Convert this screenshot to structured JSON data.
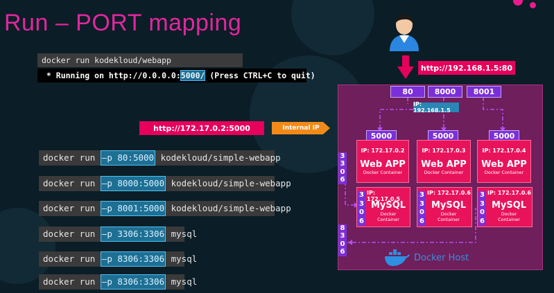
{
  "slide": {
    "title": "Run – PORT mapping"
  },
  "top_terminal": {
    "command": "docker run kodekloud/webapp",
    "output_prefix": " * Running on http://0.0.0.0:",
    "output_port": "5000/",
    "output_suffix": " (Press CTRL+C to quit)"
  },
  "commands": [
    {
      "prefix": "docker run ",
      "option": "–p 80:5000",
      "suffix": " kodekloud/simple-webapp"
    },
    {
      "prefix": "docker run ",
      "option": "–p 8000:5000",
      "suffix": " kodekloud/simple-webapp"
    },
    {
      "prefix": "docker run ",
      "option": "–p 8001:5000",
      "suffix": " kodekloud/simple-webapp"
    },
    {
      "prefix": "docker run ",
      "option": "–p 3306:3306",
      "suffix": " mysql"
    },
    {
      "prefix": "docker run ",
      "option": "–p 8306:3306",
      "suffix": " mysql"
    },
    {
      "prefix": "docker run ",
      "option": "–p 8306:3306",
      "suffix": " mysql"
    }
  ],
  "diagram": {
    "host_url": "http://192.168.1.5:80",
    "internal_url": "http://172.17.0.2:5000",
    "internal_ip_label": "Internal IP",
    "host_ip": "IP: 192.168.1.5",
    "host_ports": [
      "80",
      "8000",
      "8001"
    ],
    "container_port": "5000",
    "webapps": [
      {
        "ip": "IP: 172.17.0.2",
        "name": "Web APP",
        "sub": "Docker Container"
      },
      {
        "ip": "IP: 172.17.0.3",
        "name": "Web APP",
        "sub": "Docker Container"
      },
      {
        "ip": "IP: 172.17.0.4",
        "name": "Web APP",
        "sub": "Docker Container"
      }
    ],
    "mysqls": [
      {
        "ip": "IP: 172.17.0.5",
        "name": "MySQL",
        "sub1": "Docker",
        "sub2": "Container"
      },
      {
        "ip": "IP: 172.17.0.6",
        "name": "MySQL",
        "sub1": "Docker",
        "sub2": "Container"
      },
      {
        "ip": "IP: 172.17.0.6",
        "name": "MySQL",
        "sub1": "Docker",
        "sub2": "Container"
      }
    ],
    "vertical_ports": {
      "host_3306": [
        "3",
        "3",
        "0",
        "6"
      ],
      "host_8306": [
        "8",
        "3",
        "0",
        "6"
      ],
      "mysql_port": [
        "3",
        "3",
        "0",
        "6"
      ]
    },
    "docker_host_label": "Docker Host"
  },
  "colors": {
    "accent": "#e0279e",
    "host_bg": "#6e1f5c",
    "container": "#e8135b",
    "port": "#7b2fd9"
  }
}
